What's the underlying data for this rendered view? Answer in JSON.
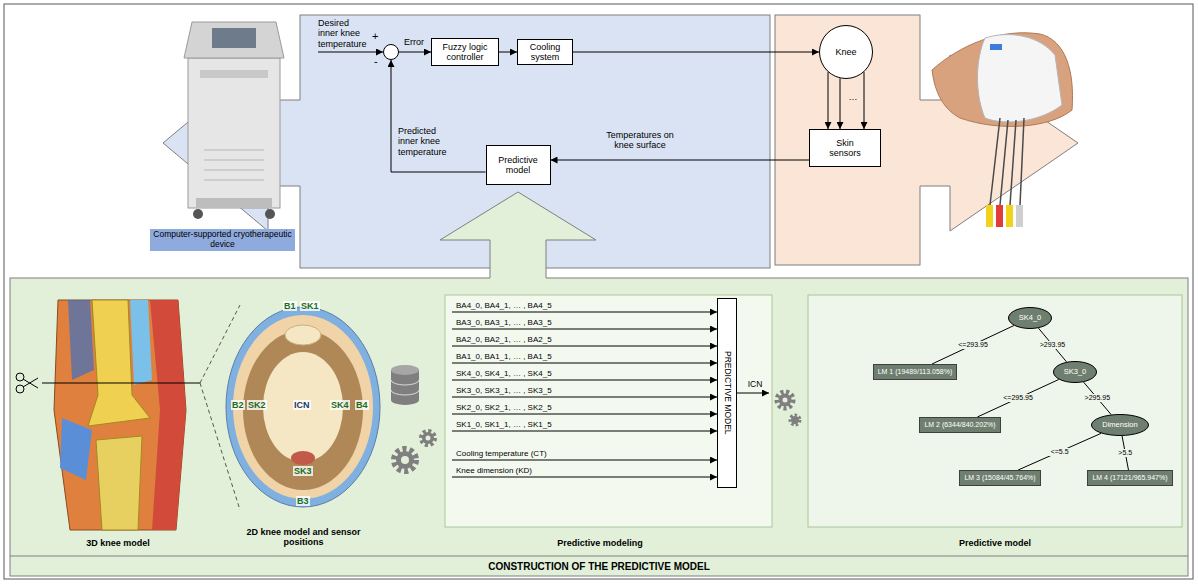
{
  "diagram": {
    "nodes": [
      {
        "text": [
          "+",
          "-"
        ]
      },
      {
        "text": [
          "Fuzzy logic controller"
        ]
      },
      {
        "text": [
          "Cooling system"
        ]
      },
      {
        "text": [
          "Knee"
        ]
      },
      {
        "text": [
          "Skin sensors"
        ]
      },
      {
        "text": [
          "Predictive model"
        ]
      },
      {
        "text": [
          "CONSTRUCTION OF THE PREDICTIVE MODEL"
        ]
      },
      {
        "text": [
          "PREDICTIVE MODEL"
        ],
        "in": 6
      },
      {
        "text": [
          "SK4_0"
        ],
        "in": 6
      },
      {
        "text": [
          "LM 1 (19489/113.058%)"
        ],
        "in": 6
      },
      {
        "text": [
          "SK3_0"
        ],
        "in": 6
      },
      {
        "text": [
          "LM 2 (6344/840.202%)"
        ],
        "in": 6
      },
      {
        "text": [
          "Dimension"
        ],
        "in": 6
      },
      {
        "text": [
          "LM 3 (15084/45.764%)"
        ],
        "in": 6
      },
      {
        "text": [
          "LM 4 (17121/965.947%)"
        ],
        "in": 6
      }
    ],
    "edges": [
      {
        "from": 0,
        "to": 1,
        "arrow": "to",
        "label": "Error"
      },
      {
        "from": 1,
        "to": 2,
        "arrow": "to"
      },
      {
        "from": 2,
        "to": 3,
        "arrow": "to"
      },
      {
        "from": 3,
        "to": 4,
        "arrow": "to"
      },
      {
        "from": 3,
        "to": 4,
        "arrow": "to"
      },
      {
        "from": 3,
        "to": 4,
        "arrow": "to"
      },
      {
        "from": 4,
        "to": 5,
        "arrow": "to",
        "label": "Temperatures on knee surface"
      },
      {
        "from": 5,
        "to": 0,
        "arrow": "to",
        "label": "Predicted inner knee temperature"
      },
      {
        "from": 8,
        "to": 9,
        "arrow": "none",
        "label": "<=293.95"
      },
      {
        "from": 8,
        "to": 10,
        "arrow": "none",
        "label": ">293.95"
      },
      {
        "from": 10,
        "to": 11,
        "arrow": "none",
        "label": "<=295.95"
      },
      {
        "from": 10,
        "to": 12,
        "arrow": "none",
        "label": ">295.95"
      },
      {
        "from": 12,
        "to": 13,
        "arrow": "none",
        "label": "<=5.5"
      },
      {
        "from": 12,
        "to": 14,
        "arrow": "none",
        "label": ">5.5"
      }
    ],
    "labels": [
      "Desired inner knee temperature",
      "Computer-supported cryotherapeutic device",
      "…",
      "3D knee model",
      "B1",
      "SK1",
      "B2",
      "SK2",
      "ICN",
      "SK4",
      "B4",
      "SK3",
      "B3",
      "2D knee model and sensor positions",
      "BA4_0, BA4_1, … , BA4_5",
      "BA3_0, BA3_1, … , BA3_5",
      "BA2_0, BA2_1, … , BA2_5",
      "BA1_0, BA1_1, … , BA1_5",
      "SK4_0, SK4_1, … , SK4_5",
      "SK3_0, SK3_1, … , SK3_5",
      "SK2_0, SK2_1, … , SK2_5",
      "SK1_0, SK1_1, … , SK1_5",
      "Cooling temperature (CT)",
      "Knee dimension (KD)",
      "ICN",
      "Predictive modeling",
      "Predictive model"
    ]
  }
}
